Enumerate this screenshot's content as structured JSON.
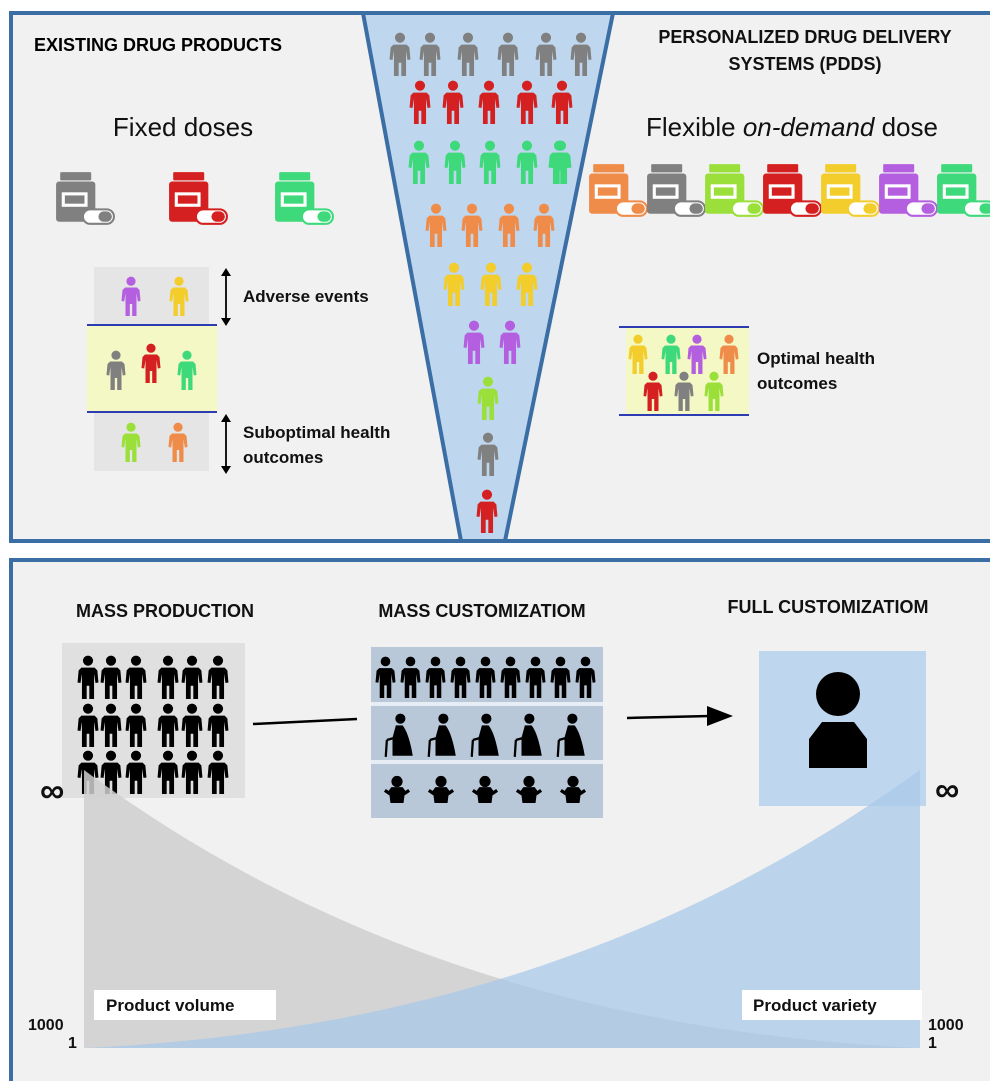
{
  "top": {
    "left_title": "EXISTING DRUG PRODUCTS",
    "right_title_line1": "PERSONALIZED DRUG DELIVERY",
    "right_title_line2": "SYSTEMS (PDDS)",
    "fixed_label": "Fixed doses",
    "flexible_pre": "Flexible ",
    "flexible_em": "on-demand",
    "flexible_post": " dose",
    "adverse": "Adverse events",
    "suboptimal_line1": "Suboptimal health",
    "suboptimal_line2": "outcomes",
    "optimal_line1": "Optimal health",
    "optimal_line2": "outcomes"
  },
  "bottom": {
    "mass_production": "MASS PRODUCTION",
    "mass_customization": "MASS CUSTOMIZATIOM",
    "full_customization": "FULL CUSTOMIZATIOM",
    "product_volume": "Product volume",
    "product_variety": "Product variety",
    "infinity": "∞",
    "tick_1000": "1000",
    "tick_1": "1"
  },
  "colors": {
    "gray": "#808080",
    "red": "#d42020",
    "green": "#3ed97a",
    "orange": "#f08c4a",
    "yellow": "#f2cd2c",
    "purple": "#b45ee0",
    "lime": "#9be03a",
    "funnel_fill": "#bed6ee",
    "border_blue": "#3a6ea5",
    "panel_bg": "#f1f1f1"
  },
  "funnel_rows": [
    [
      "gray",
      "gray",
      "gray",
      "gray",
      "gray",
      "gray"
    ],
    [
      "red",
      "red",
      "red",
      "red",
      "red"
    ],
    [
      "green",
      "green",
      "green",
      "green",
      "green",
      "green"
    ],
    [
      "orange",
      "orange",
      "orange",
      "orange"
    ],
    [
      "yellow",
      "yellow",
      "yellow"
    ],
    [
      "purple",
      "purple"
    ],
    [
      "lime"
    ],
    [
      "gray"
    ],
    [
      "red"
    ]
  ],
  "fixed_bottles": [
    "gray",
    "red",
    "green"
  ],
  "flexible_bottles": [
    "orange",
    "gray",
    "lime",
    "red",
    "yellow",
    "purple",
    "green"
  ],
  "adverse_people": [
    "purple",
    "yellow"
  ],
  "middle_people": [
    "gray",
    "red",
    "green"
  ],
  "suboptimal_people": [
    "lime",
    "orange"
  ],
  "optimal_top": [
    "yellow",
    "green",
    "purple",
    "orange"
  ],
  "optimal_bottom": [
    "red",
    "gray",
    "lime"
  ]
}
